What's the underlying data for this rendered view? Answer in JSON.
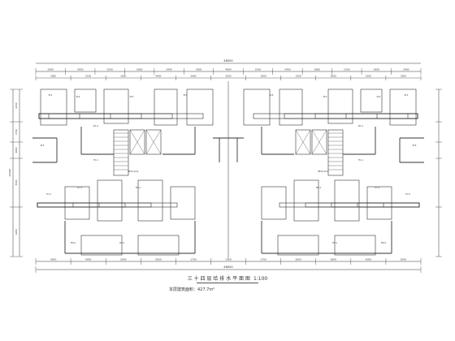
{
  "drawing": {
    "total_width_label": "48000",
    "total_width_label_bottom": "48000",
    "top_dims_row1": [
      "2900",
      "3900",
      "1500",
      "2600",
      "3400",
      "3300",
      "4800",
      "3300",
      "3400",
      "2600",
      "1500",
      "3900",
      "2900"
    ],
    "top_dims_row2": [
      "3000",
      "2100",
      "1800",
      "4900",
      "2600",
      "2600",
      "1800",
      "3300",
      "2600",
      "3200",
      "1800"
    ],
    "bottom_dims": [
      "3000",
      "4000",
      "2600",
      "2600",
      "1700",
      "1900",
      "1700",
      "2600",
      "2600",
      "4000",
      "3000"
    ],
    "left_dims": [
      "4200",
      "2700",
      "1800",
      "3600",
      "4200"
    ],
    "left_total": "16400",
    "room_tags": [
      "M-1",
      "M-2",
      "M-3",
      "M-4",
      "M-5",
      "TC-1",
      "TC-2",
      "TC-3",
      "FM-1",
      "FM-2",
      "YM-1",
      "ZC-1"
    ],
    "stair_note": "BH2-2m1",
    "title_label": "三 十 四 层 给 排 水 平 面 图",
    "scale_label": "1:100",
    "area_label": "本层建筑面积：427.7m²"
  }
}
